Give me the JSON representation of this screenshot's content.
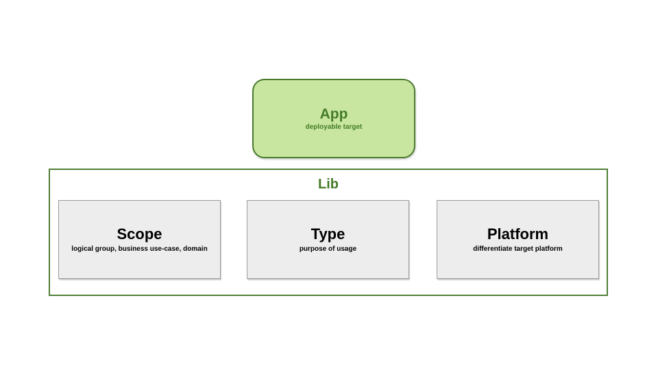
{
  "diagram": {
    "app": {
      "title": "App",
      "subtitle": "deployable target"
    },
    "lib": {
      "title": "Lib",
      "children": [
        {
          "title": "Scope",
          "subtitle": "logical group, business use-case, domain"
        },
        {
          "title": "Type",
          "subtitle": "purpose of usage"
        },
        {
          "title": "Platform",
          "subtitle": "differentiate target platform"
        }
      ]
    },
    "colors": {
      "app_fill": "#c8e6a0",
      "app_border": "#4a7a2e",
      "green_text": "#457c28",
      "lib_border": "#4e7e33",
      "child_fill": "#ededed",
      "child_border": "#9b9b9b",
      "child_text": "#000000",
      "background": "#ffffff"
    }
  }
}
